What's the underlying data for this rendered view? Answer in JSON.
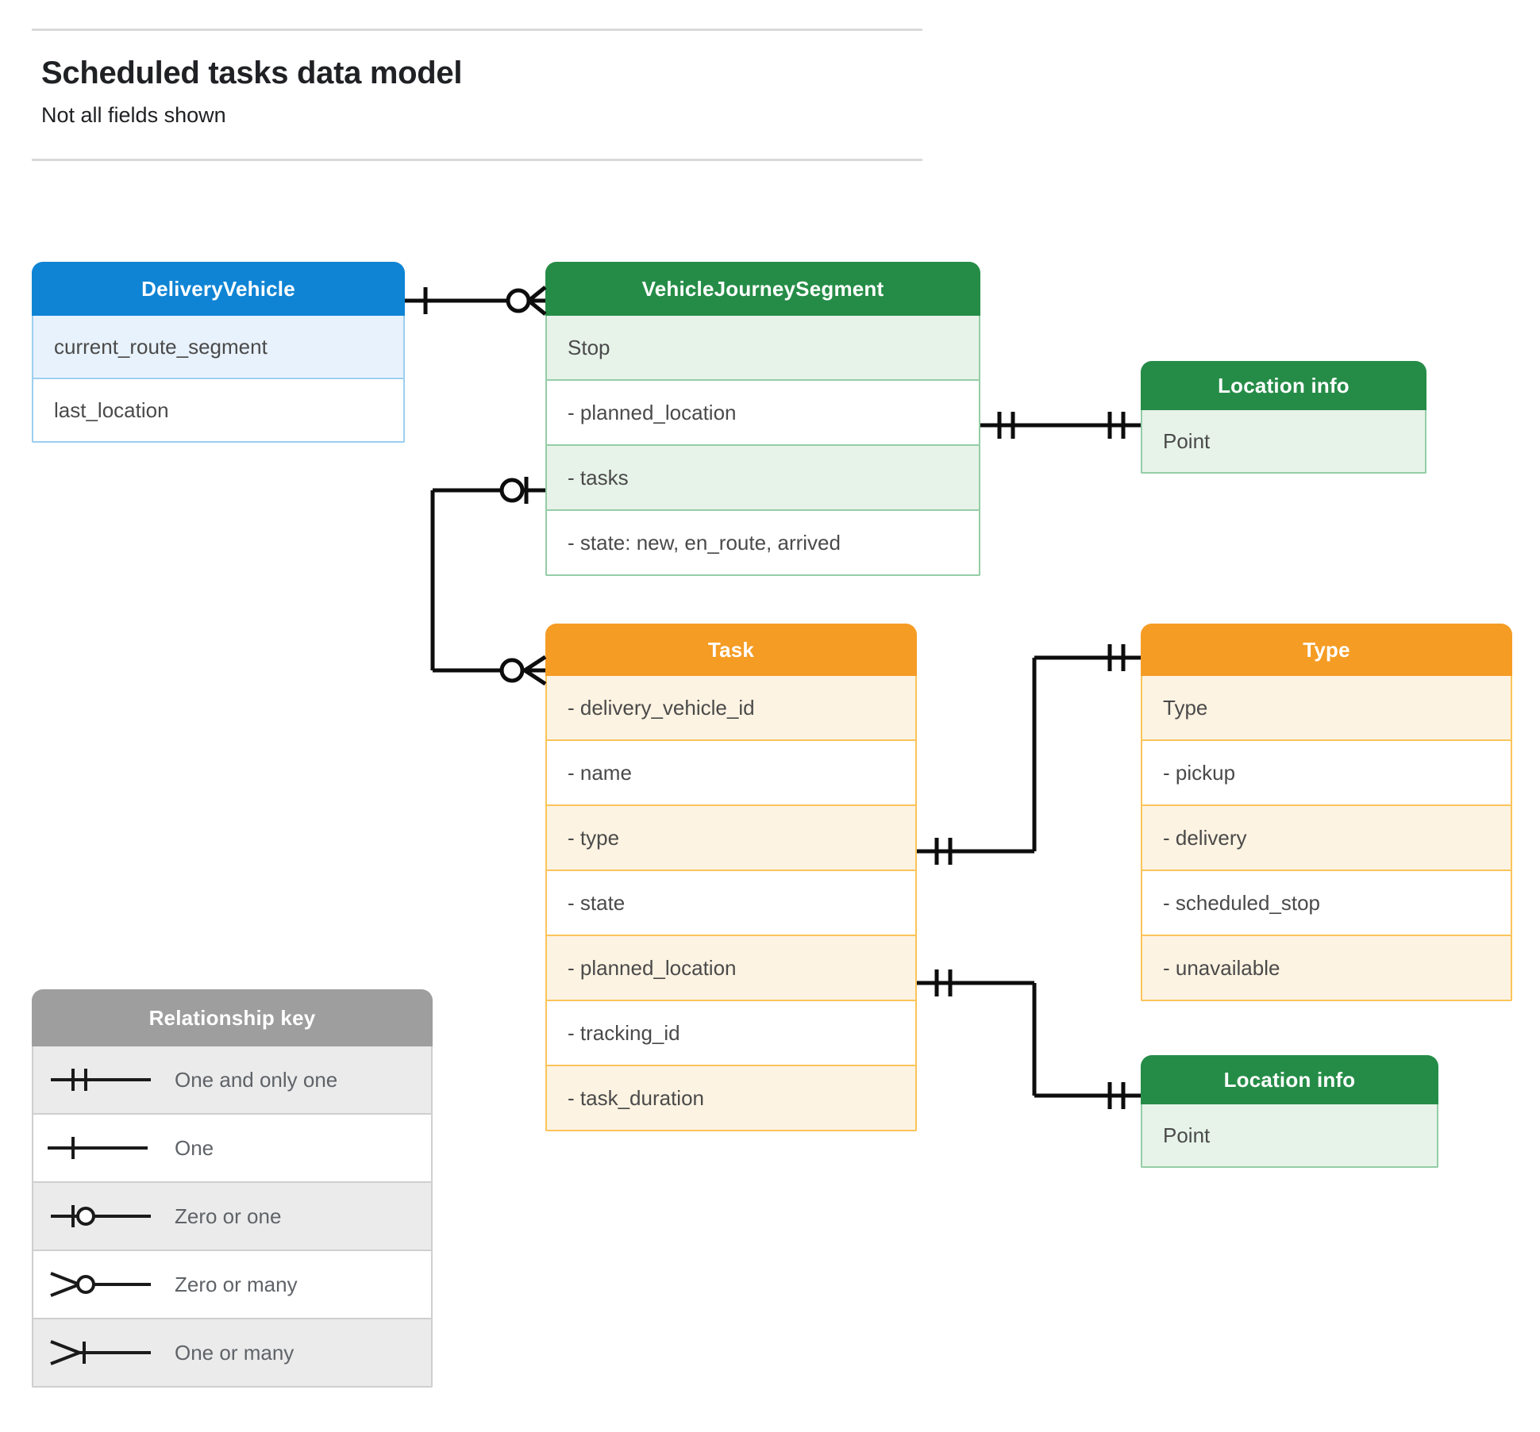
{
  "header": {
    "title": "Scheduled tasks data model",
    "subtitle": "Not all fields shown"
  },
  "colors": {
    "blue_header": "#0f84d4",
    "blue_row": "#e8f2fc",
    "blue_border": "#9ccff0",
    "green_header": "#258c47",
    "green_row": "#e7f3e9",
    "green_border": "#95cda6",
    "orange_header": "#f59c24",
    "orange_row": "#fdf3e2",
    "orange_border": "#fbc45a",
    "grey_header": "#9e9e9e",
    "grey_row": "#ebebeb",
    "line": "#000000",
    "text": "#4a4a4a",
    "title_text": "#202124"
  },
  "entities": {
    "delivery_vehicle": {
      "title": "DeliveryVehicle",
      "fields": [
        "current_route_segment",
        "last_location"
      ]
    },
    "vehicle_journey_segment": {
      "title": "VehicleJourneySegment",
      "fields": [
        "Stop",
        "-  planned_location",
        "- tasks",
        "- state: new, en_route, arrived"
      ]
    },
    "location_info_top": {
      "title": "Location info",
      "fields": [
        "Point"
      ]
    },
    "task": {
      "title": "Task",
      "fields": [
        "- delivery_vehicle_id",
        "- name",
        "- type",
        "- state",
        "- planned_location",
        "- tracking_id",
        "- task_duration"
      ]
    },
    "type": {
      "title": "Type",
      "fields": [
        "Type",
        "-   pickup",
        "-  delivery",
        "-  scheduled_stop",
        "-  unavailable"
      ]
    },
    "location_info_bottom": {
      "title": "Location info",
      "fields": [
        "Point"
      ]
    }
  },
  "legend": {
    "title": "Relationship key",
    "items": [
      {
        "symbol": "one-and-only-one",
        "label": "One and only one"
      },
      {
        "symbol": "one",
        "label": "One"
      },
      {
        "symbol": "zero-or-one",
        "label": "Zero or one"
      },
      {
        "symbol": "zero-or-many",
        "label": "Zero or many"
      },
      {
        "symbol": "one-or-many",
        "label": "One or many"
      }
    ]
  },
  "relationships": [
    {
      "from": "DeliveryVehicle",
      "from_card": "one",
      "to": "VehicleJourneySegment",
      "to_card": "zero-or-many"
    },
    {
      "from": "VehicleJourneySegment.planned_location",
      "from_card": "one-and-only-one",
      "to": "Location info",
      "to_card": "one-and-only-one"
    },
    {
      "from": "VehicleJourneySegment.tasks",
      "from_card": "zero-or-one",
      "to": "Task",
      "to_card": "zero-or-many"
    },
    {
      "from": "Task.type",
      "from_card": "one-and-only-one",
      "to": "Type",
      "to_card": "one-and-only-one"
    },
    {
      "from": "Task.planned_location",
      "from_card": "one-and-only-one",
      "to": "Location info",
      "to_card": "one-and-only-one"
    }
  ]
}
